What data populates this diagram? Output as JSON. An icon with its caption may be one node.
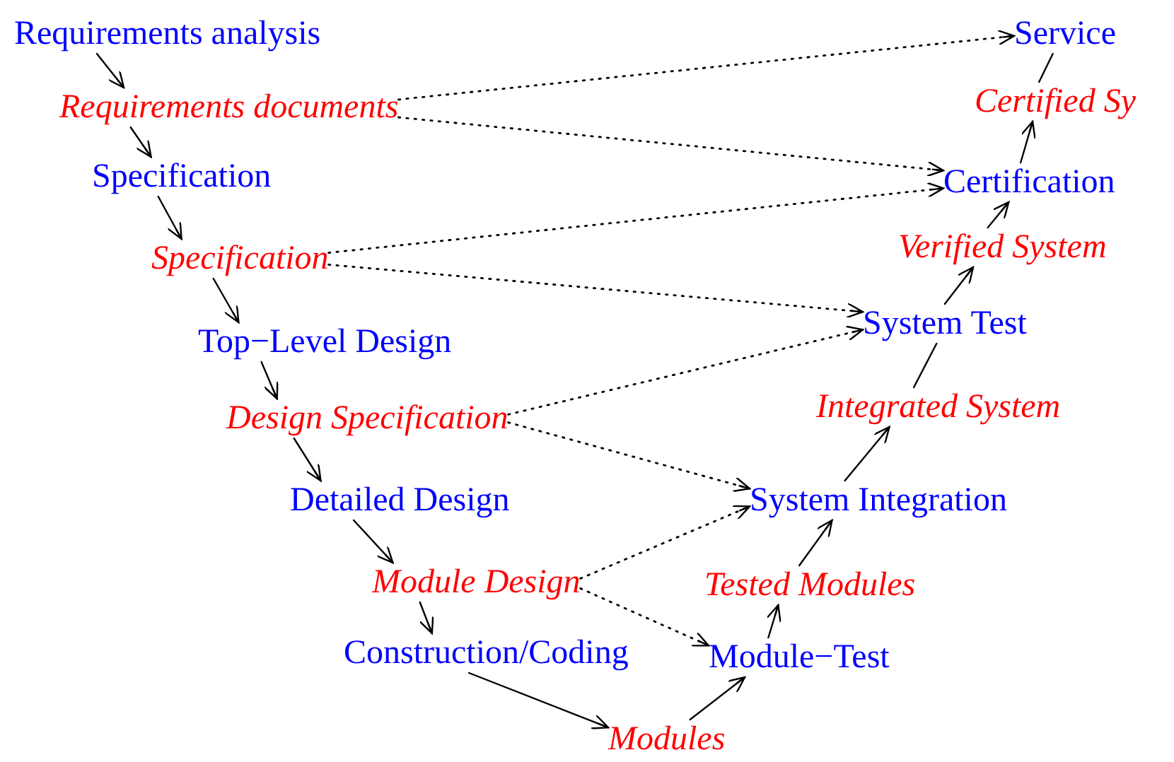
{
  "diagram": {
    "nodes": [
      {
        "text": [
          "Requirements analysis"
        ]
      },
      {
        "text": [
          "Requirements documents"
        ]
      },
      {
        "text": [
          "Specification"
        ]
      },
      {
        "text": [
          "Specification"
        ]
      },
      {
        "text": [
          "Top−Level Design"
        ]
      },
      {
        "text": [
          "Design Specification"
        ]
      },
      {
        "text": [
          "Detailed Design"
        ]
      },
      {
        "text": [
          "Module Design"
        ]
      },
      {
        "text": [
          "Construction/Coding"
        ]
      },
      {
        "text": [
          "Modules"
        ]
      },
      {
        "text": [
          "Module−Test"
        ]
      },
      {
        "text": [
          "Tested Modules"
        ]
      },
      {
        "text": [
          "System Integration"
        ]
      },
      {
        "text": [
          "Integrated System"
        ]
      },
      {
        "text": [
          "System Test"
        ]
      },
      {
        "text": [
          "Verified System"
        ]
      },
      {
        "text": [
          "Certification"
        ]
      },
      {
        "text": [
          "Certified Sy"
        ]
      },
      {
        "text": [
          "Service"
        ]
      }
    ],
    "edges": [
      {
        "from": 0,
        "to": 1,
        "arrow": "to"
      },
      {
        "from": 1,
        "to": 2,
        "arrow": "to"
      },
      {
        "from": 2,
        "to": 3,
        "arrow": "to"
      },
      {
        "from": 3,
        "to": 4,
        "arrow": "to"
      },
      {
        "from": 4,
        "to": 5,
        "arrow": "to"
      },
      {
        "from": 5,
        "to": 6,
        "arrow": "to"
      },
      {
        "from": 6,
        "to": 7,
        "arrow": "to"
      },
      {
        "from": 7,
        "to": 8,
        "arrow": "to"
      },
      {
        "from": 8,
        "to": 9,
        "arrow": "to"
      },
      {
        "from": 9,
        "to": 10,
        "arrow": "to"
      },
      {
        "from": 10,
        "to": 11,
        "arrow": "to"
      },
      {
        "from": 11,
        "to": 12,
        "arrow": "to"
      },
      {
        "from": 12,
        "to": 13,
        "arrow": "to"
      },
      {
        "from": 13,
        "to": 14,
        "arrow": "none"
      },
      {
        "from": 14,
        "to": 15,
        "arrow": "to"
      },
      {
        "from": 15,
        "to": 16,
        "arrow": "to"
      },
      {
        "from": 16,
        "to": 17,
        "arrow": "to"
      },
      {
        "from": 17,
        "to": 18,
        "arrow": "none"
      },
      {
        "from": 1,
        "to": 18,
        "arrow": "to",
        "style": "dashed"
      },
      {
        "from": 1,
        "to": 16,
        "arrow": "to",
        "style": "dashed"
      },
      {
        "from": 3,
        "to": 16,
        "arrow": "to",
        "style": "dashed"
      },
      {
        "from": 3,
        "to": 14,
        "arrow": "to",
        "style": "dashed"
      },
      {
        "from": 5,
        "to": 14,
        "arrow": "to",
        "style": "dashed"
      },
      {
        "from": 5,
        "to": 12,
        "arrow": "to",
        "style": "dashed"
      },
      {
        "from": 7,
        "to": 12,
        "arrow": "to",
        "style": "dashed"
      },
      {
        "from": 7,
        "to": 10,
        "arrow": "to",
        "style": "dashed"
      }
    ]
  }
}
